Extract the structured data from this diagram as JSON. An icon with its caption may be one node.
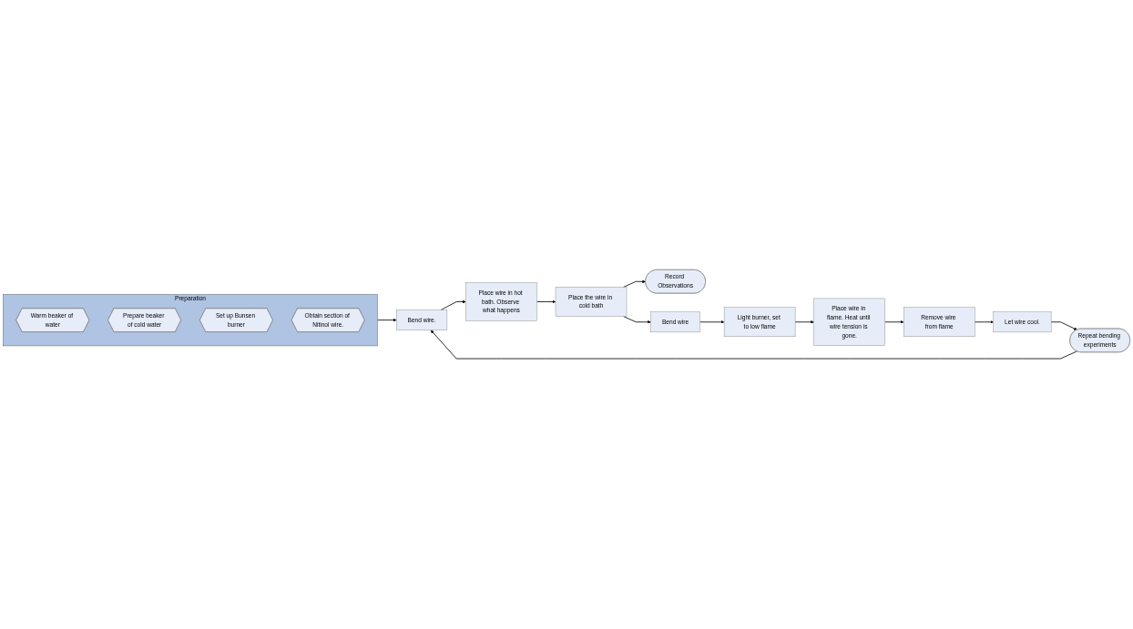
{
  "diagram": {
    "nodes": [
      {
        "text": [
          "Preparation"
        ]
      },
      {
        "text": [
          "Warm beaker of water"
        ],
        "in": 0
      },
      {
        "text": [
          "Prepare beaker of cold water"
        ],
        "in": 0
      },
      {
        "text": [
          "Set up Bunsen burner"
        ],
        "in": 0
      },
      {
        "text": [
          "Obtain section of Nitinol wire."
        ],
        "in": 0
      },
      {
        "text": [
          "Bend wire."
        ]
      },
      {
        "text": [
          "Place wire in hot bath. Observe what happens"
        ]
      },
      {
        "text": [
          "Place the wire in cold bath"
        ]
      },
      {
        "text": [
          "Record Observations"
        ]
      },
      {
        "text": [
          "Bend wire"
        ]
      },
      {
        "text": [
          "Light burner, set to low flame"
        ]
      },
      {
        "text": [
          "Place wire in flame. Heat until wire tension is gone."
        ]
      },
      {
        "text": [
          "Remove wire from flame"
        ]
      },
      {
        "text": [
          "Let wire cool."
        ]
      },
      {
        "text": [
          "Repeat bending experiments"
        ]
      }
    ],
    "edges": [
      {
        "from": 0,
        "to": 5,
        "arrow": "to"
      },
      {
        "from": 5,
        "to": 6,
        "arrow": "to"
      },
      {
        "from": 6,
        "to": 7,
        "arrow": "to"
      },
      {
        "from": 7,
        "to": 8,
        "arrow": "to"
      },
      {
        "from": 7,
        "to": 9,
        "arrow": "to"
      },
      {
        "from": 9,
        "to": 10,
        "arrow": "to"
      },
      {
        "from": 10,
        "to": 11,
        "arrow": "to"
      },
      {
        "from": 11,
        "to": 12,
        "arrow": "to"
      },
      {
        "from": 12,
        "to": 13,
        "arrow": "to"
      },
      {
        "from": 13,
        "to": 14,
        "arrow": "to"
      },
      {
        "from": 14,
        "to": 5,
        "arrow": "to"
      }
    ]
  }
}
